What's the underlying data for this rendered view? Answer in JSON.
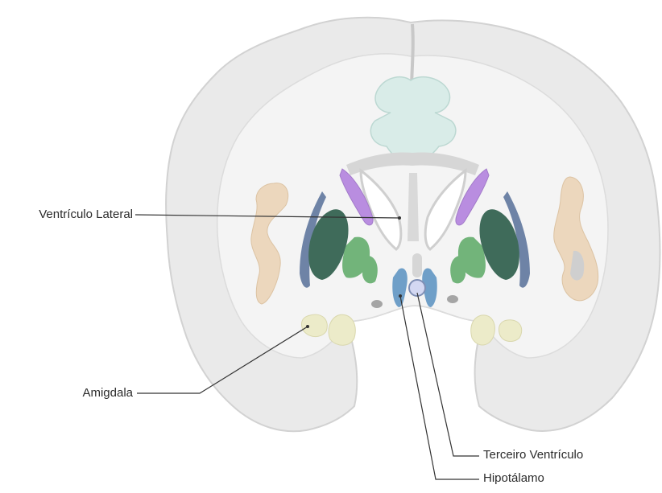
{
  "labels": {
    "ventriculo_lateral": "Ventrículo Lateral",
    "amigdala": "Amigdala",
    "terceiro_ventriculo": "Terceiro Ventrículo",
    "hipotalamo": "Hipotálamo"
  },
  "colors": {
    "cortex": "#eaeaea",
    "cortex_outline": "#d2d2d2",
    "white_matter": "#f3f3f3",
    "corpus_callosum": "#d9ece8",
    "fornix_grey": "#cfcfcf",
    "caudate_purple": "#b98de0",
    "putamen_dark": "#3f6b5a",
    "globus_green": "#72b47a",
    "claustrum_blue": "#6e83a6",
    "insula_tan": "#ecd7bd",
    "amygdala_cream": "#ecebc9",
    "hypothalamus_blue": "#6f9fc8",
    "third_ventricle": "#d3d8f2",
    "leader_line": "#333333"
  }
}
